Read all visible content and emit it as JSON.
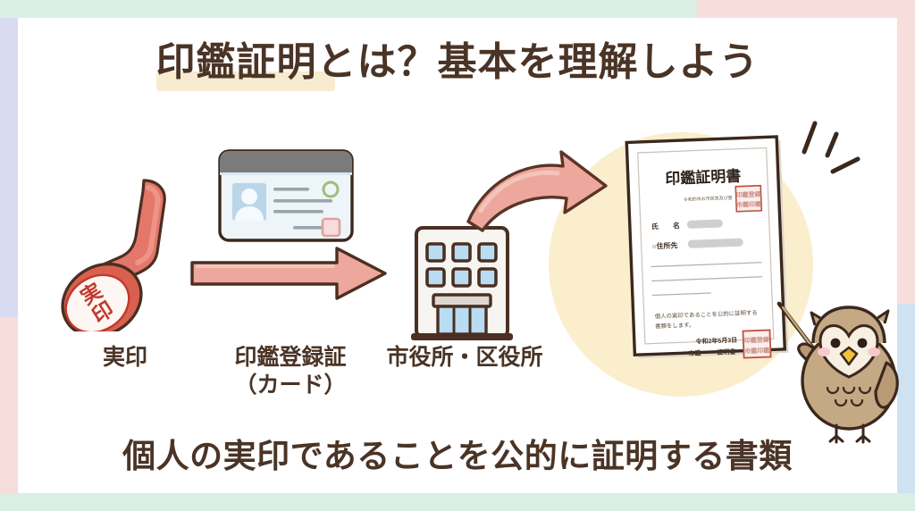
{
  "page": {
    "title": "印鑑証明とは？基本を理解しよう",
    "title_highlight_text": "印鑑証明",
    "caption": "個人の実印であることを公的に証明する書類"
  },
  "colors": {
    "text_brown": "#4a3426",
    "highlight_yellow": "#f7ecd0",
    "arrow_pink": "#eda79c",
    "arrow_outline": "#4a2f22",
    "stamp_red": "#c0392b",
    "stamp_body": "#e07a6a",
    "seal_red": "#c0503f",
    "circle_cream": "#faeecd",
    "owl_body": "#b99a76",
    "owl_face": "#f7efe2",
    "border_green": "#dbeee4",
    "border_pink": "#f7dedd",
    "border_lavender": "#d9dcf0",
    "border_blue": "#cfe2f1"
  },
  "flow": {
    "items": [
      {
        "id": "stamp",
        "label": "実印",
        "label_line2": ""
      },
      {
        "id": "card",
        "label": "印鑑登録証",
        "label_line2": "（カード）"
      },
      {
        "id": "office",
        "label": "市役所・区役所",
        "label_line2": ""
      }
    ]
  },
  "stamp": {
    "face_text_top": "実",
    "face_text_bottom": "印"
  },
  "certificate": {
    "title": "印鑑証明書",
    "registration_note": "令和的市お市民気及び登",
    "fields": [
      {
        "label": "氏　　名",
        "value": ""
      },
      {
        "label": "○住所先",
        "value": ""
      }
    ],
    "body_line1": "個人の実印であることを公的に証明する",
    "body_line2": "書類をします。",
    "date": "令和2年5月3日",
    "issuer_left": "市鑑",
    "issuer_right": "証明書",
    "seal_top_chars": "印鑑登録",
    "seal_bottom_chars": "市鑑印鑑"
  },
  "owl": {
    "name": "owl-mascot",
    "holds": "pointer-stick"
  }
}
